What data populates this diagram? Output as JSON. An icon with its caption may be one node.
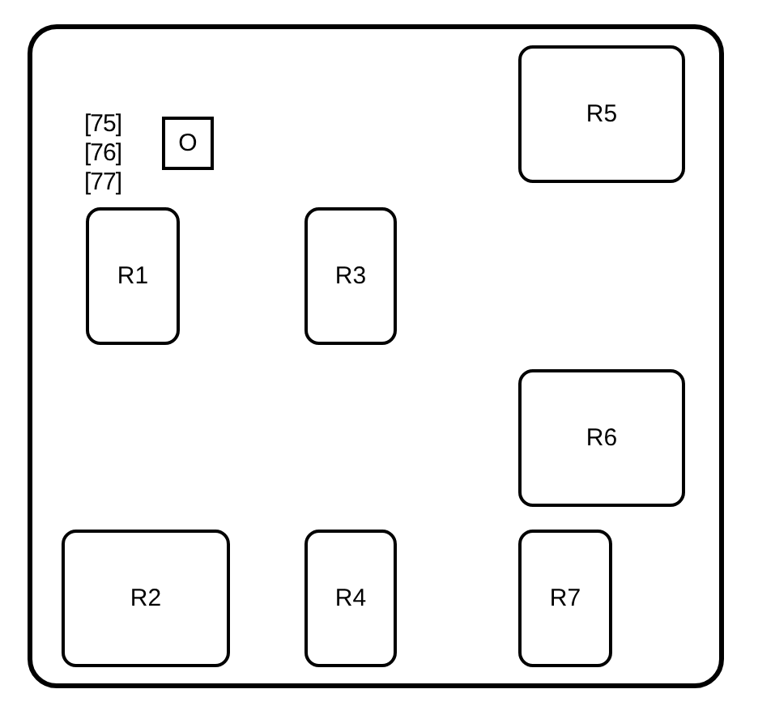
{
  "diagram": {
    "nodes": [
      {
        "text": [],
        "shape": "box"
      },
      {
        "text": [
          "O"
        ],
        "in": 0
      },
      {
        "text": [
          "R5"
        ],
        "in": 0
      },
      {
        "text": [
          "R1"
        ],
        "in": 0
      },
      {
        "text": [
          "R3"
        ],
        "in": 0
      },
      {
        "text": [
          "R6"
        ],
        "in": 0
      },
      {
        "text": [
          "R2"
        ],
        "in": 0
      },
      {
        "text": [
          "R4"
        ],
        "in": 0
      },
      {
        "text": [
          "R7"
        ],
        "in": 0
      }
    ],
    "edges": [],
    "labels": [
      "[75]",
      "[76]",
      "[77]"
    ]
  }
}
